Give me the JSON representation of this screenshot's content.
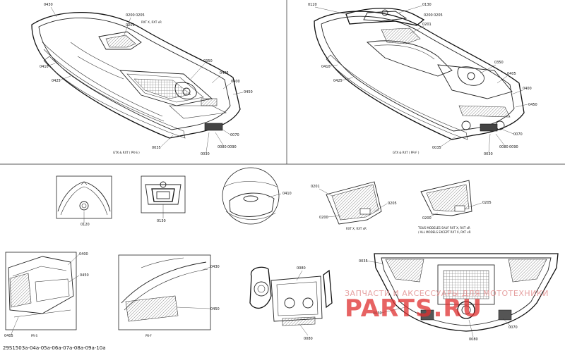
{
  "reference_id": "29S1503a-04a-05a-06a-07a-08a-09a-10a",
  "watermark": {
    "top": "ЗАПЧАСТИ И АКСЕССУАРЫ ДЛЯ МОТОТЕХНИКИ",
    "big": "PARTS.RU"
  },
  "panels": {
    "top_left": {
      "caption": "GTX & RXT ( PR-S )",
      "labels": [
        "0430",
        "0200",
        "0205",
        "0201",
        "0410",
        "0425",
        "0350",
        "0405",
        "0400",
        "0450",
        "0070",
        "0035",
        "0030",
        "0080",
        "0090"
      ],
      "note": "RXT X, RXT xR"
    },
    "top_right": {
      "caption": "GTX & RXT ( PR-F )",
      "labels": [
        "0120",
        "0130",
        "0200",
        "0205",
        "0201",
        "0410",
        "0425",
        "0350",
        "0405",
        "0400",
        "0450",
        "0070",
        "0035",
        "0030",
        "0080",
        "0090"
      ]
    },
    "mid": {
      "d1": {
        "labels": [
          "0120"
        ]
      },
      "d2": {
        "labels": [
          "0130"
        ]
      },
      "d3": {
        "labels": [
          "0410"
        ]
      },
      "d4": {
        "labels": [
          "0201",
          "0205",
          "0200"
        ],
        "caption": "RXT X, RXT xR"
      },
      "d5": {
        "labels": [
          "0205",
          "0200"
        ],
        "caption1": "TOUS MODELES SAUF RXT X, RXT xR",
        "caption2": "/ ALL MODELS EXCEPT RXT X, RXT xR"
      }
    },
    "bottom": {
      "b1": {
        "labels": [
          "0400",
          "0450",
          "0405"
        ],
        "caption": "PR-S"
      },
      "b2": {
        "labels": [
          "0430",
          "0450"
        ],
        "caption": "PR-F"
      },
      "b3": {
        "labels": [
          "0080",
          "0080"
        ]
      },
      "b4": {
        "labels": [
          "0035",
          "0030",
          "0070",
          "0080"
        ]
      }
    }
  }
}
